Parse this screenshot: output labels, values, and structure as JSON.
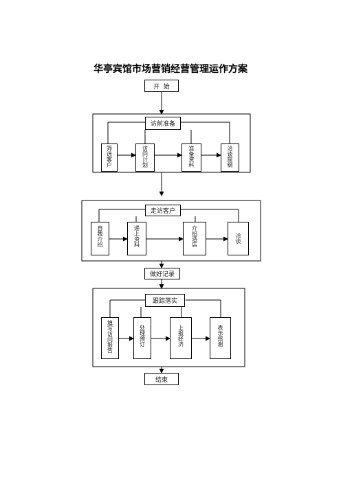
{
  "title": "华亭宾馆市场营销经营管理运作方案",
  "start": "开  始",
  "end": "结束",
  "record": "做好记录",
  "group1": {
    "header": "访前准备",
    "steps": [
      "筛选客户",
      "访问计划",
      "准备资料",
      "洽谈提纲"
    ]
  },
  "group2": {
    "header": "走访客户",
    "steps": [
      "自我介绍",
      "递上资料",
      "介绍酒店",
      "洽谈"
    ]
  },
  "group3": {
    "header": "跟踪落实",
    "steps": [
      "填写访问报告",
      "处理预订",
      "上报经济",
      "表示感谢"
    ]
  }
}
